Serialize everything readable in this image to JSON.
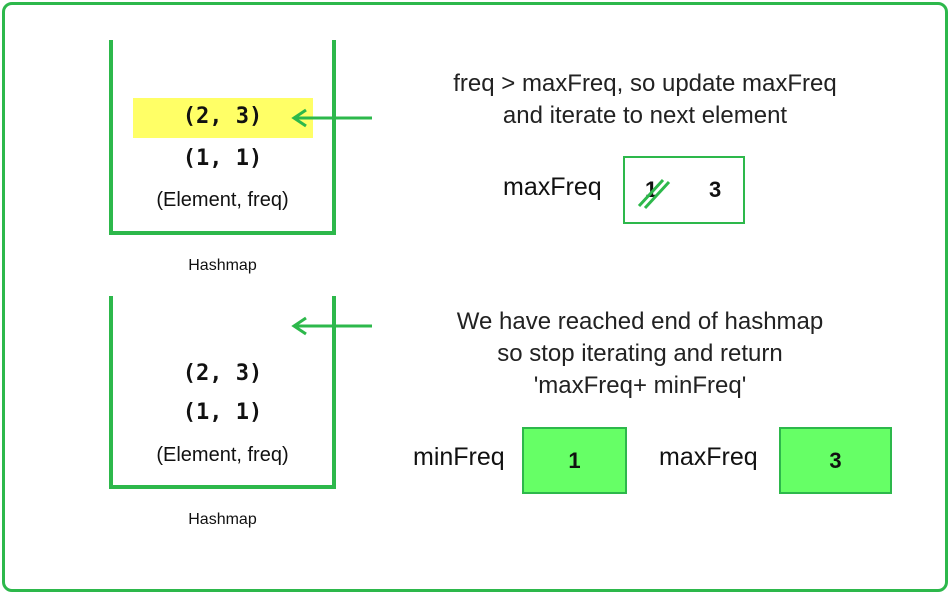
{
  "top_panel": {
    "pairs": [
      "(2, 3)",
      "(1, 1)"
    ],
    "header": "(Element, freq)",
    "caption": "Hashmap",
    "message_line1": "freq > maxFreq, so update maxFreq",
    "message_line2": "and iterate to next element",
    "max_label": "maxFreq",
    "old_value": "1",
    "new_value": "3"
  },
  "bottom_panel": {
    "pairs": [
      "(2, 3)",
      "(1, 1)"
    ],
    "header": "(Element, freq)",
    "caption": "Hashmap",
    "message_line1": "We have reached end of hashmap",
    "message_line2": "so stop iterating and return",
    "message_line3": "'maxFreq+ minFreq'",
    "min_label": "minFreq",
    "min_value": "1",
    "max_label": "maxFreq",
    "max_value": "3"
  },
  "colors": {
    "accent": "#2db84b",
    "highlight": "#ffff66",
    "box_fill": "#66ff66"
  }
}
